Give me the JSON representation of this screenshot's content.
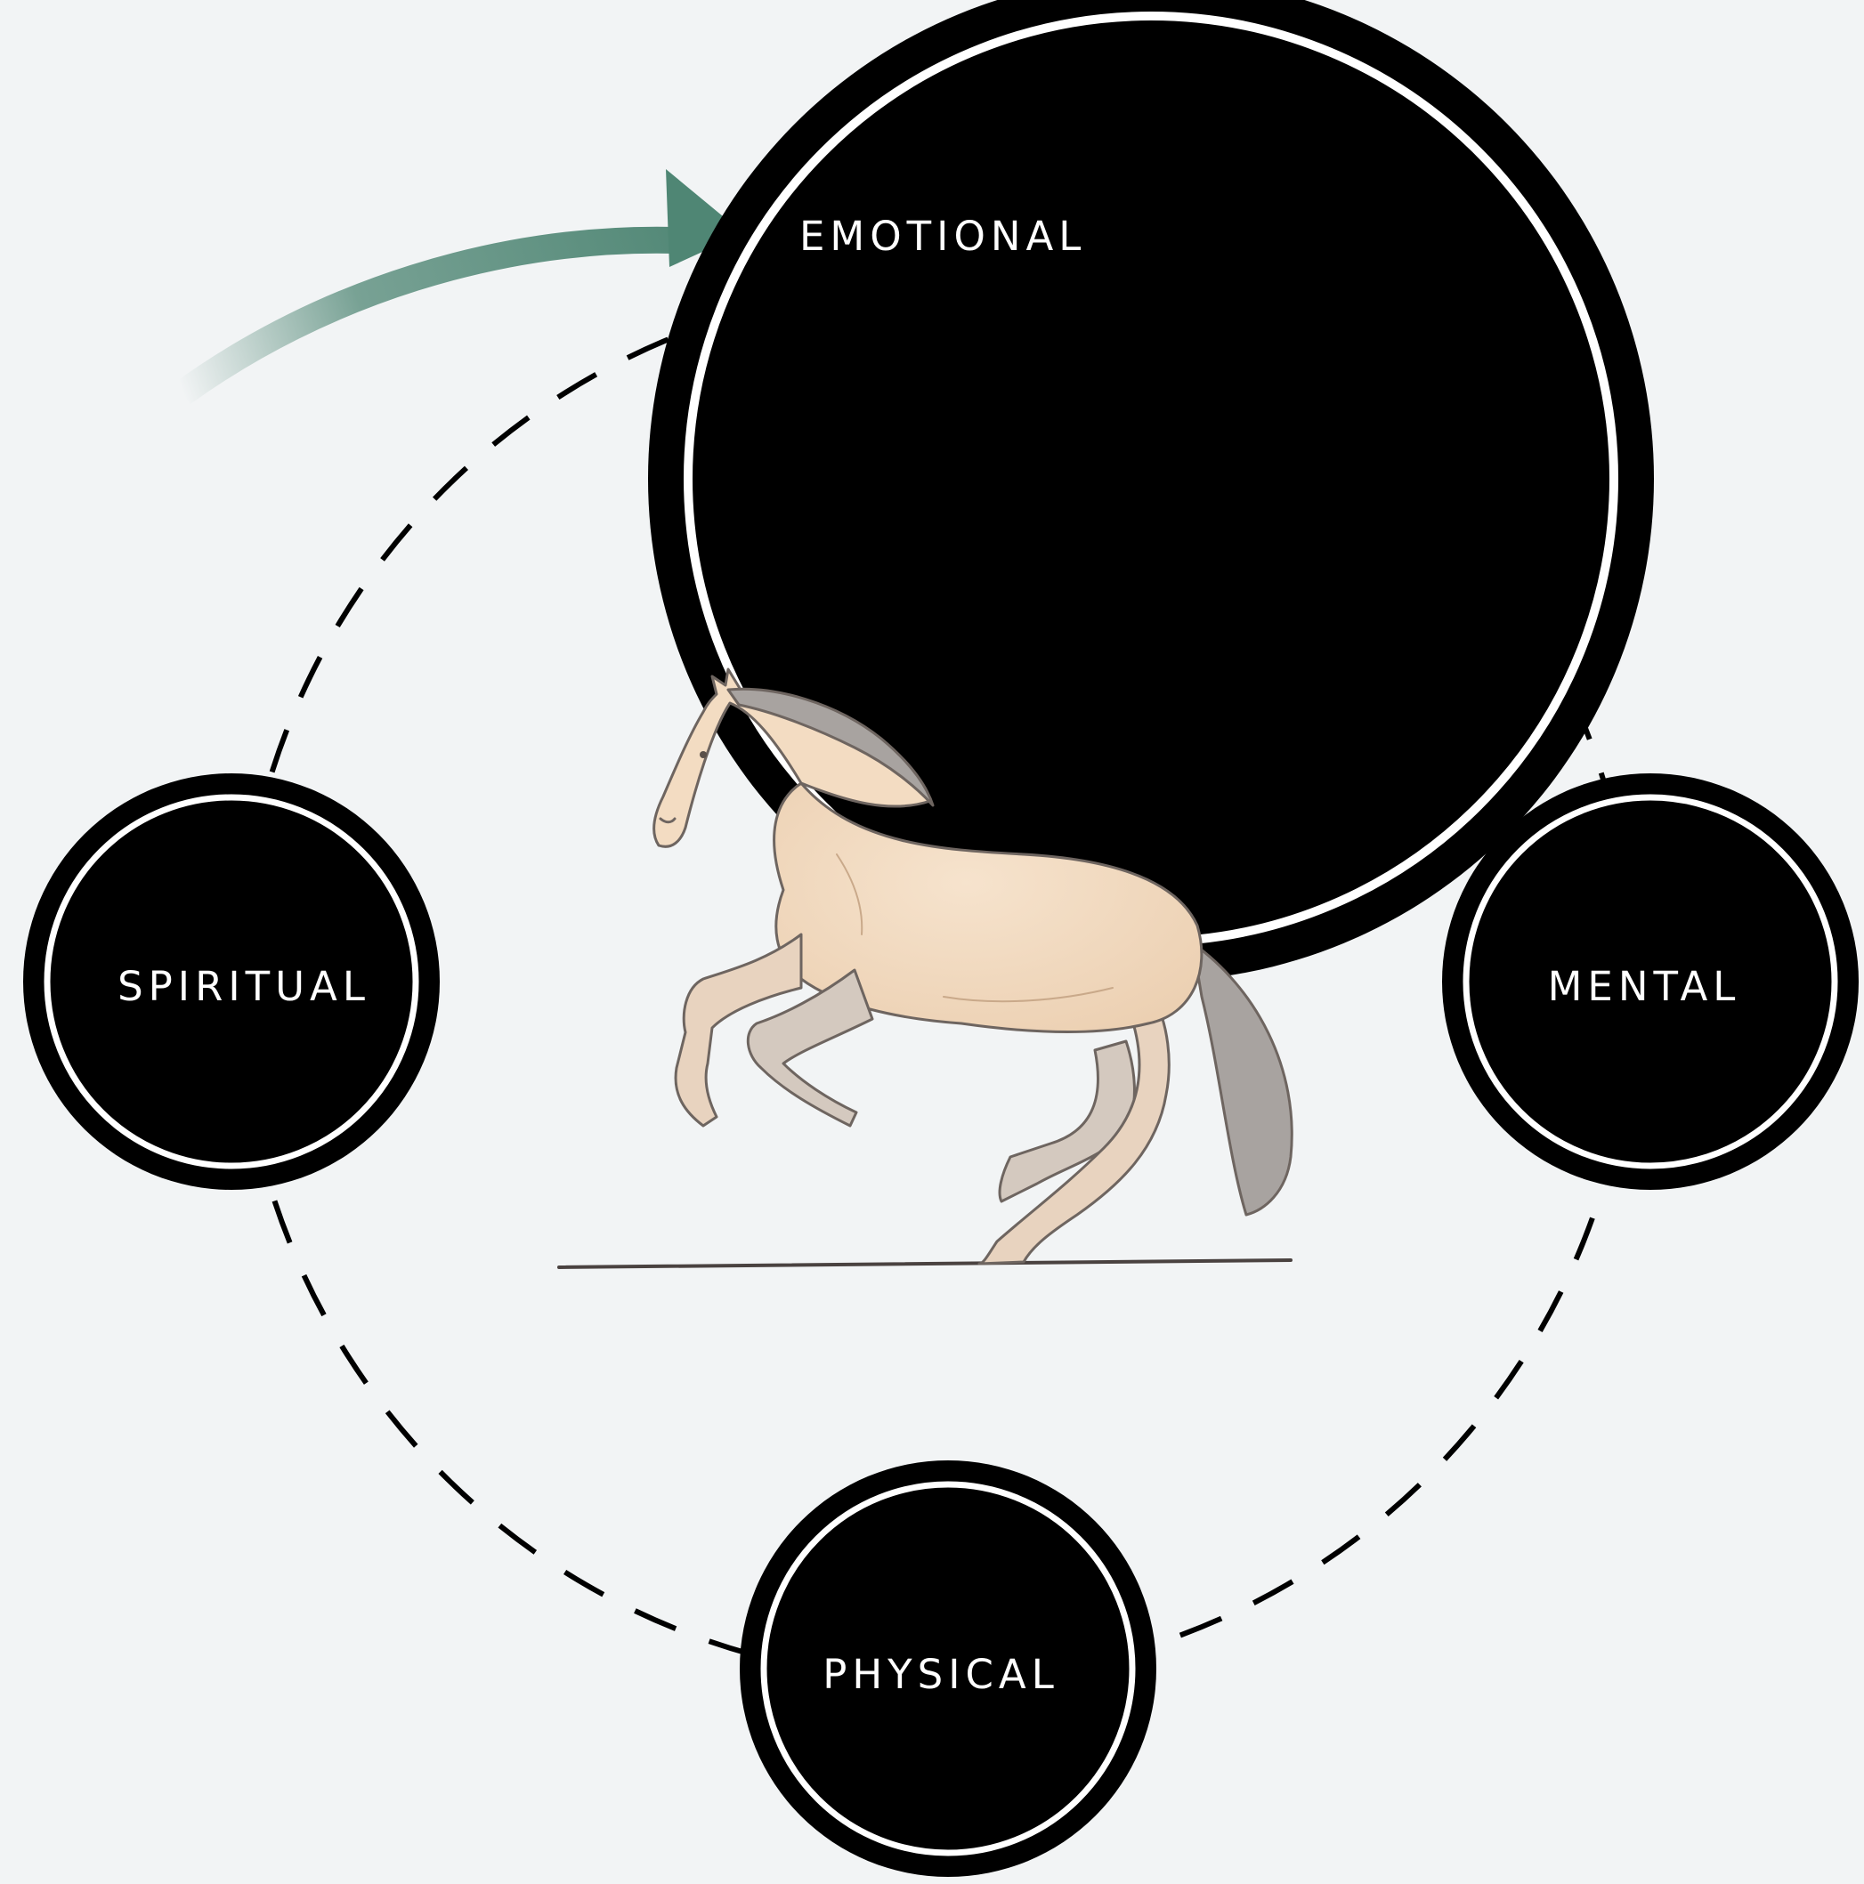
{
  "diagram": {
    "nodes": {
      "emotional": {
        "label": "EMOTIONAL"
      },
      "spiritual": {
        "label": "SPIRITUAL"
      },
      "mental": {
        "label": "MENTAL"
      },
      "physical": {
        "label": "PHYSICAL"
      }
    },
    "colors": {
      "background": "#f2f4f5",
      "node_fill": "#000000",
      "node_ring_gap": "#ffffff",
      "label_text": "#ffffff",
      "dashed_cycle": "#000000",
      "arrow": "#4f8674",
      "horse_body": "#f3dcc2",
      "horse_mane_tail": "#a8a3a0"
    },
    "icons": {
      "arrow": "curved-arrow-icon",
      "illustration": "galloping-horse-illustration"
    }
  }
}
